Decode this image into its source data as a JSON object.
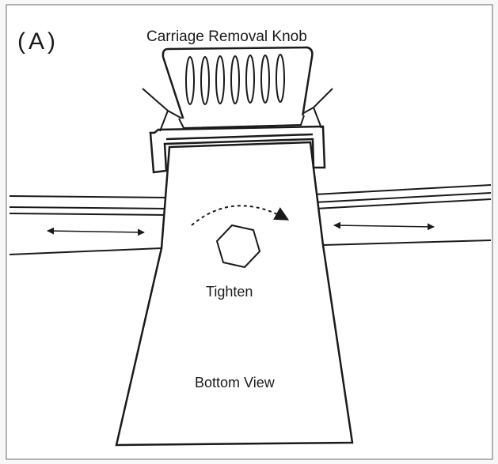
{
  "diagram": {
    "panel_label": "(A)",
    "knob_label": "Carriage Removal Knob",
    "center_label": "Tighten",
    "view_label": "Bottom View"
  },
  "icons": {
    "rotation_arrow": "curved-dashed-arrow-clockwise",
    "hex_bolt": "hexagon-bolt",
    "slide_arrows": "double-headed-arrow"
  },
  "colors": {
    "line": "#1a1a1a",
    "background": "#f7f7f7",
    "fill": "#ffffff"
  }
}
